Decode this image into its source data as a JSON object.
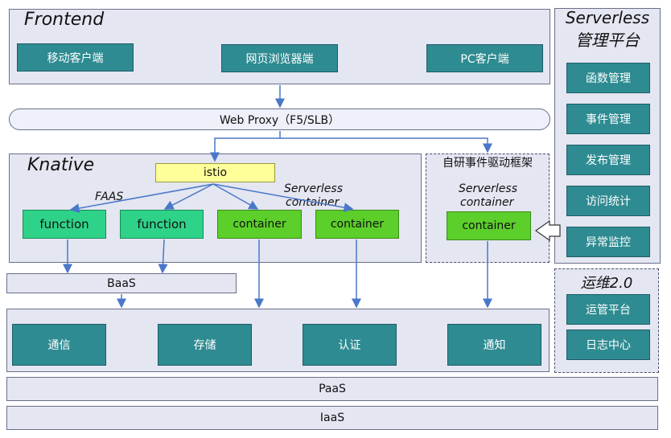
{
  "frontend": {
    "title": "Frontend",
    "clients": [
      "移动客户端",
      "网页浏览器端",
      "PC客户端"
    ]
  },
  "proxy": {
    "label": "Web Proxy（F5/SLB）"
  },
  "knative": {
    "title": "Knative",
    "istio": "istio",
    "faas_label": "FAAS",
    "serverless_label": "Serverless",
    "container_label": "container",
    "functions": [
      "function",
      "function"
    ],
    "containers": [
      "container",
      "container"
    ]
  },
  "self_dev": {
    "title": "自研事件驱动框架",
    "serverless_label": "Serverless",
    "container_label": "container",
    "container": "container"
  },
  "platform": {
    "title_line1": "Serverless",
    "title_line2": "管理平台",
    "items": [
      "函数管理",
      "事件管理",
      "发布管理",
      "访问统计",
      "异常监控"
    ]
  },
  "ops": {
    "title": "运维2.0",
    "items": [
      "运管平台",
      "日志中心"
    ]
  },
  "baas": {
    "label": "BaaS"
  },
  "services": [
    "通信",
    "存储",
    "认证",
    "通知"
  ],
  "paas": {
    "label": "PaaS"
  },
  "iaas": {
    "label": "IaaS"
  },
  "colors": {
    "panel": "#e4e6f2",
    "teal": "#2e8b92",
    "function": "#2ed389",
    "container": "#5ccf2a",
    "istio": "#ffff99",
    "arrow": "#4a78c8"
  }
}
